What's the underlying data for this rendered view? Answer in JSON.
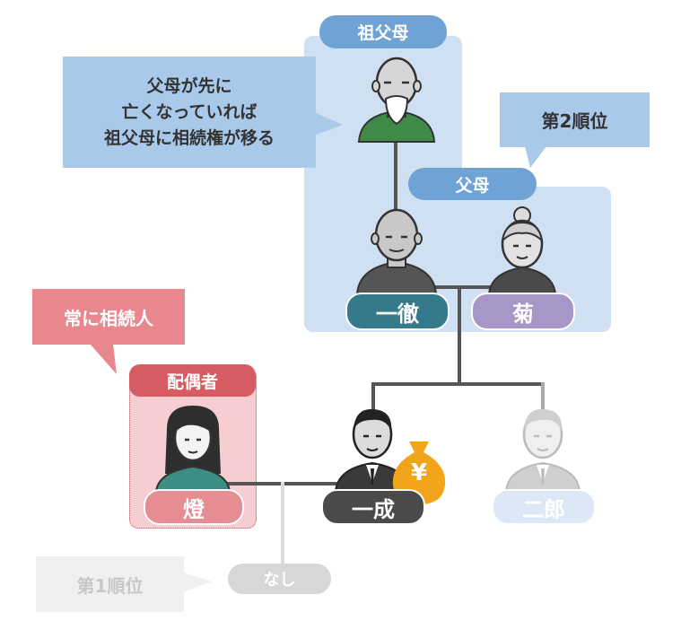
{
  "labels": {
    "grandparents": "祖父母",
    "parents": "父母",
    "spouse": "配偶者",
    "father": "一徹",
    "mother": "菊",
    "spouse_name": "燈",
    "deceased": "一成",
    "sibling": "二郎",
    "child": "なし"
  },
  "callouts": {
    "grandparents_note": [
      "父母が先に",
      "亡くなっていれば",
      "祖父母に相続権が移る"
    ],
    "second_rank": "第2順位",
    "always_heir": "常に相続人",
    "first_rank": "第1順位"
  },
  "money_symbol": "¥",
  "colors": {
    "blue_header": "#6fa3d6",
    "blue_panel": "#cfe0f3",
    "callout_blue": "#a9c9ea",
    "teal": "#357a8a",
    "purple": "#a996c8",
    "red_header": "#d65c63",
    "red_panel": "#f6cdd0",
    "red_name": "#e58d92",
    "pink_callout": "#e8888e",
    "dark": "#444444",
    "light_blue_pill": "#dce8f5",
    "gray": "#d7d7d7",
    "gold": "#f2a51b"
  },
  "icons": {
    "grandfather": "bald-bearded-elder-icon",
    "father": "bald-man-icon",
    "mother": "elderly-woman-icon",
    "spouse": "woman-icon",
    "deceased": "businessman-icon",
    "sibling": "businessman-icon",
    "money": "money-bag-icon"
  }
}
